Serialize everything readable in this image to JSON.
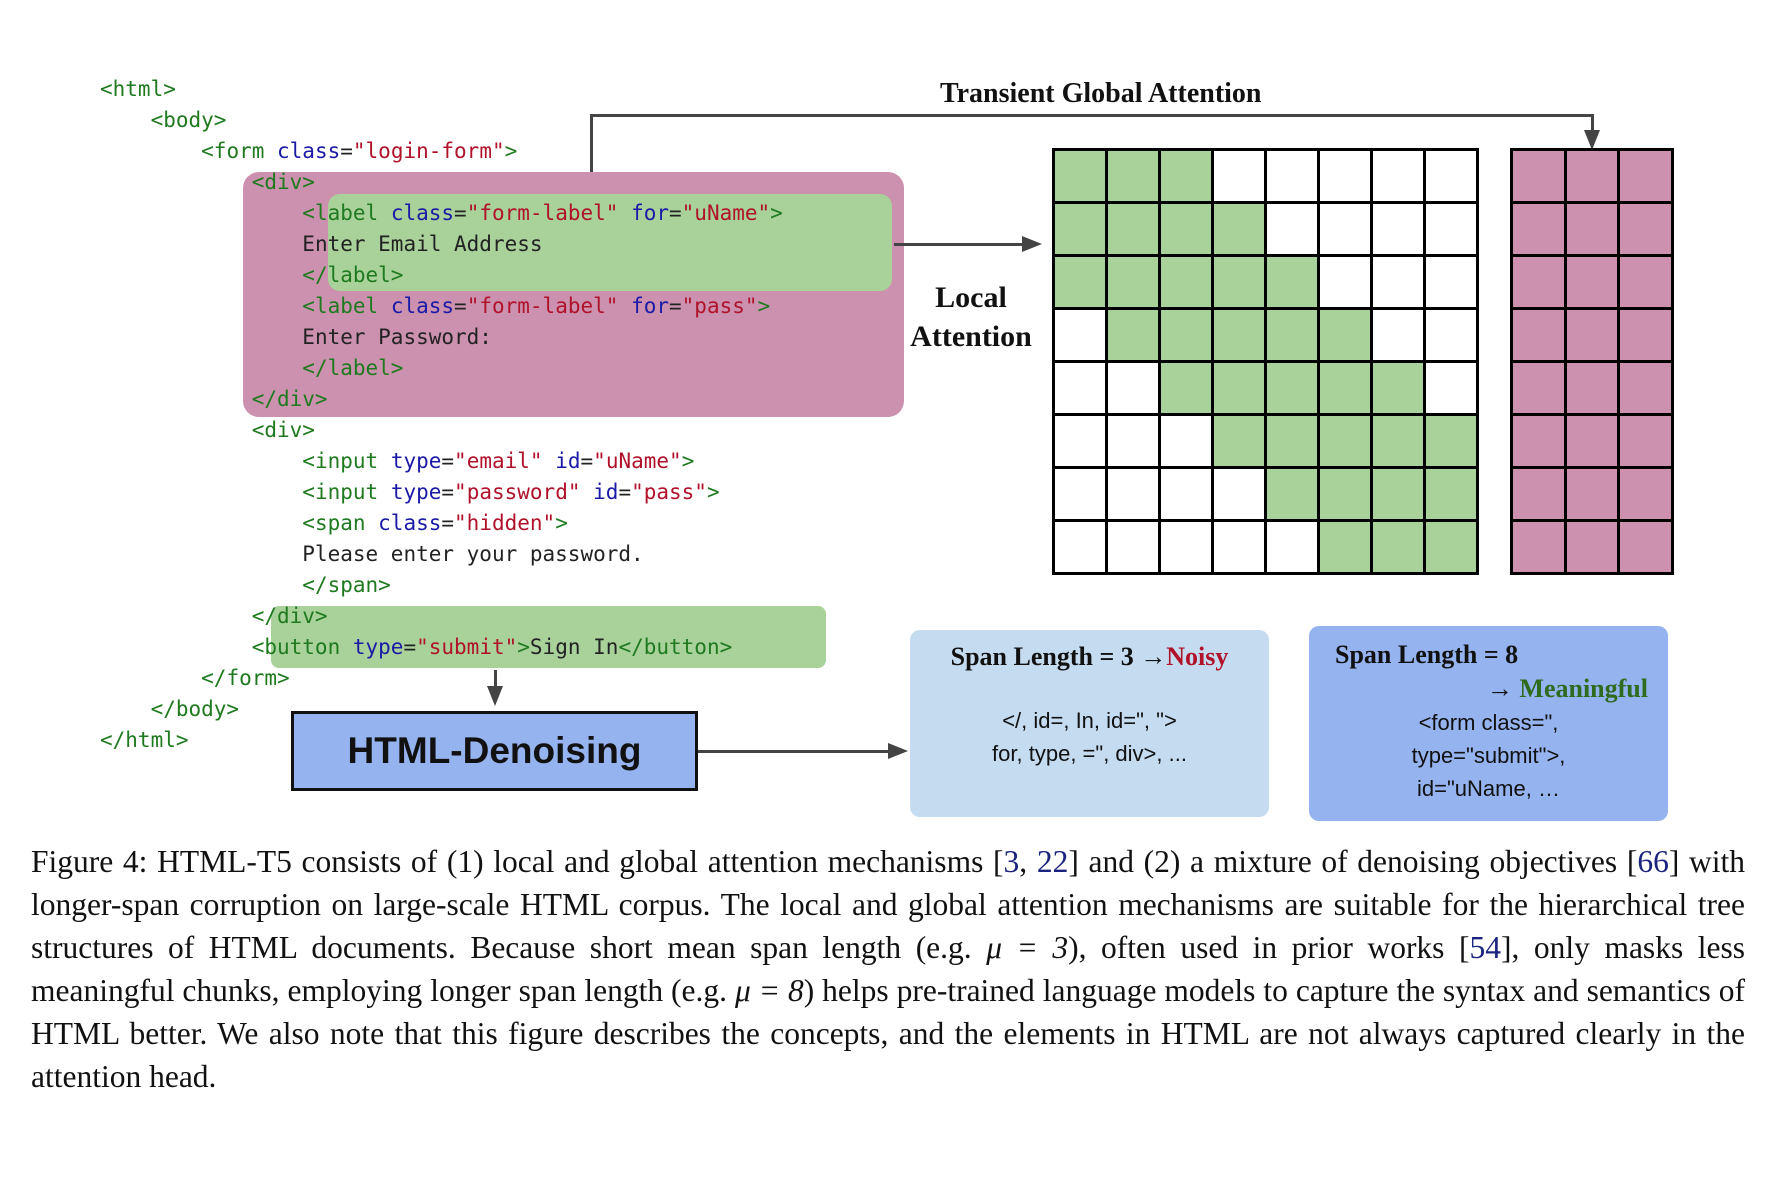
{
  "figure": {
    "title_global": "Transient Global Attention",
    "label_local_line1": "Local",
    "label_local_line2": "Attention",
    "denoising_label": "HTML-Denoising"
  },
  "code": {
    "lines": [
      {
        "indent": 0,
        "parts": [
          {
            "t": "tag",
            "v": "<html>"
          }
        ]
      },
      {
        "indent": 1,
        "parts": [
          {
            "t": "tag",
            "v": "<body>"
          }
        ]
      },
      {
        "indent": 2,
        "parts": [
          {
            "t": "tag",
            "v": "<form "
          },
          {
            "t": "attr",
            "v": "class"
          },
          {
            "t": "txt",
            "v": "="
          },
          {
            "t": "str",
            "v": "\"login-form\""
          },
          {
            "t": "tag",
            "v": ">"
          }
        ]
      },
      {
        "indent": 3,
        "parts": [
          {
            "t": "tag",
            "v": "<div>"
          }
        ]
      },
      {
        "indent": 4,
        "parts": [
          {
            "t": "tag",
            "v": "<label "
          },
          {
            "t": "attr",
            "v": "class"
          },
          {
            "t": "txt",
            "v": "="
          },
          {
            "t": "str",
            "v": "\"form-label\""
          },
          {
            "t": "txt",
            "v": " "
          },
          {
            "t": "attr",
            "v": "for"
          },
          {
            "t": "txt",
            "v": "="
          },
          {
            "t": "str",
            "v": "\"uName\""
          },
          {
            "t": "tag",
            "v": ">"
          }
        ]
      },
      {
        "indent": 4,
        "parts": [
          {
            "t": "txt",
            "v": "Enter Email Address"
          }
        ]
      },
      {
        "indent": 4,
        "parts": [
          {
            "t": "tag",
            "v": "</label>"
          }
        ]
      },
      {
        "indent": 4,
        "parts": [
          {
            "t": "tag",
            "v": "<label "
          },
          {
            "t": "attr",
            "v": "class"
          },
          {
            "t": "txt",
            "v": "="
          },
          {
            "t": "str",
            "v": "\"form-label\""
          },
          {
            "t": "txt",
            "v": " "
          },
          {
            "t": "attr",
            "v": "for"
          },
          {
            "t": "txt",
            "v": "="
          },
          {
            "t": "str",
            "v": "\"pass\""
          },
          {
            "t": "tag",
            "v": ">"
          }
        ]
      },
      {
        "indent": 4,
        "parts": [
          {
            "t": "txt",
            "v": "Enter Password:"
          }
        ]
      },
      {
        "indent": 4,
        "parts": [
          {
            "t": "tag",
            "v": "</label>"
          }
        ]
      },
      {
        "indent": 3,
        "parts": [
          {
            "t": "tag",
            "v": "</div>"
          }
        ]
      },
      {
        "indent": 3,
        "parts": [
          {
            "t": "tag",
            "v": "<div>"
          }
        ]
      },
      {
        "indent": 4,
        "parts": [
          {
            "t": "tag",
            "v": "<input "
          },
          {
            "t": "attr",
            "v": "type"
          },
          {
            "t": "txt",
            "v": "="
          },
          {
            "t": "str",
            "v": "\"email\""
          },
          {
            "t": "txt",
            "v": " "
          },
          {
            "t": "attr",
            "v": "id"
          },
          {
            "t": "txt",
            "v": "="
          },
          {
            "t": "str",
            "v": "\"uName\""
          },
          {
            "t": "tag",
            "v": ">"
          }
        ]
      },
      {
        "indent": 4,
        "parts": [
          {
            "t": "tag",
            "v": "<input "
          },
          {
            "t": "attr",
            "v": "type"
          },
          {
            "t": "txt",
            "v": "="
          },
          {
            "t": "str",
            "v": "\"password\""
          },
          {
            "t": "txt",
            "v": " "
          },
          {
            "t": "attr",
            "v": "id"
          },
          {
            "t": "txt",
            "v": "="
          },
          {
            "t": "str",
            "v": "\"pass\""
          },
          {
            "t": "tag",
            "v": ">"
          }
        ]
      },
      {
        "indent": 4,
        "parts": [
          {
            "t": "tag",
            "v": "<span "
          },
          {
            "t": "attr",
            "v": "class"
          },
          {
            "t": "txt",
            "v": "="
          },
          {
            "t": "str",
            "v": "\"hidden\""
          },
          {
            "t": "tag",
            "v": ">"
          }
        ]
      },
      {
        "indent": 4,
        "parts": [
          {
            "t": "txt",
            "v": "Please enter your password."
          }
        ]
      },
      {
        "indent": 4,
        "parts": [
          {
            "t": "tag",
            "v": "</span>"
          }
        ]
      },
      {
        "indent": 3,
        "parts": [
          {
            "t": "tag",
            "v": "</div>"
          }
        ]
      },
      {
        "indent": 3,
        "parts": [
          {
            "t": "tag",
            "v": "<button "
          },
          {
            "t": "attr",
            "v": "type"
          },
          {
            "t": "txt",
            "v": "="
          },
          {
            "t": "str",
            "v": "\"submit\""
          },
          {
            "t": "tag",
            "v": ">"
          },
          {
            "t": "txt",
            "v": "Sign In"
          },
          {
            "t": "tag",
            "v": "</button>"
          }
        ]
      },
      {
        "indent": 2,
        "parts": [
          {
            "t": "tag",
            "v": "</form>"
          }
        ]
      },
      {
        "indent": 1,
        "parts": [
          {
            "t": "tag",
            "v": "</body>"
          }
        ]
      },
      {
        "indent": 0,
        "parts": [
          {
            "t": "tag",
            "v": "</html>"
          }
        ]
      }
    ]
  },
  "local_attention": {
    "rows": 8,
    "cols": 8,
    "window": 2,
    "matrix": [
      [
        1,
        1,
        1,
        0,
        0,
        0,
        0,
        0
      ],
      [
        1,
        1,
        1,
        1,
        0,
        0,
        0,
        0
      ],
      [
        1,
        1,
        1,
        1,
        1,
        0,
        0,
        0
      ],
      [
        0,
        1,
        1,
        1,
        1,
        1,
        0,
        0
      ],
      [
        0,
        0,
        1,
        1,
        1,
        1,
        1,
        0
      ],
      [
        0,
        0,
        0,
        1,
        1,
        1,
        1,
        1
      ],
      [
        0,
        0,
        0,
        0,
        1,
        1,
        1,
        1
      ],
      [
        0,
        0,
        0,
        0,
        0,
        1,
        1,
        1
      ]
    ],
    "color_on": "#a9d19a",
    "color_off": "#ffffff"
  },
  "global_attention": {
    "rows": 8,
    "cols": 3,
    "color": "#cb91ae"
  },
  "span_short": {
    "title_prefix": "Span Length = 3 →",
    "title_result": "Noisy",
    "result_color": "#b0122a",
    "body_line1": "</, id=, In, id=\", \">",
    "body_line2": "for, type, =\", div>, ..."
  },
  "span_long": {
    "title_prefix": "Span Length = 8",
    "title_arrow": "→ ",
    "title_result": "Meaningful",
    "result_color": "#2e6b1e",
    "body_line1": "<form class=\",",
    "body_line2": "type=\"submit\">,",
    "body_line3": "id=\"uName, …"
  },
  "caption": {
    "p1": "Figure 4: HTML-T5 consists of (1) local and global attention mechanisms [",
    "ref1": "3",
    "p2": ", ",
    "ref2": "22",
    "p3": "] and (2) a mixture of denoising objectives [",
    "ref3": "66",
    "p4": "] with longer-span corruption on large-scale HTML corpus.  The local and global attention mechanisms are suitable for the hierarchical tree structures of HTML documents.  Because short mean span length (e.g. ",
    "mu1": "μ = 3",
    "p5": "), often used in prior works [",
    "ref4": "54",
    "p6": "], only masks less meaningful chunks, employing longer span length (e.g. ",
    "mu2": "μ = 8",
    "p7": ") helps pre-trained language models to capture the syntax and semantics of HTML better. We also note that this figure describes the concepts, and the elements in HTML are not always captured clearly in the attention head."
  }
}
